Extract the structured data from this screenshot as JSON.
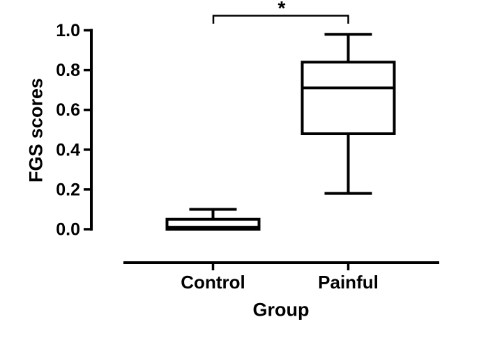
{
  "chart_data": {
    "type": "box",
    "title": "",
    "xlabel": "Group",
    "ylabel": "FGS scores",
    "categories": [
      "Control",
      "Painful"
    ],
    "yticks": [
      0.0,
      0.2,
      0.4,
      0.6,
      0.8,
      1.0
    ],
    "ylim": [
      0.0,
      1.0
    ],
    "grid": false,
    "line_color": "#000000",
    "box_fill": "#ffffff",
    "significance": {
      "label": "*",
      "between": [
        "Control",
        "Painful"
      ]
    },
    "series": [
      {
        "name": "Control",
        "whisker_low": 0.0,
        "q1": 0.0,
        "median": 0.01,
        "q3": 0.05,
        "whisker_high": 0.1
      },
      {
        "name": "Painful",
        "whisker_low": 0.18,
        "q1": 0.48,
        "median": 0.71,
        "q3": 0.84,
        "whisker_high": 0.98
      }
    ]
  }
}
